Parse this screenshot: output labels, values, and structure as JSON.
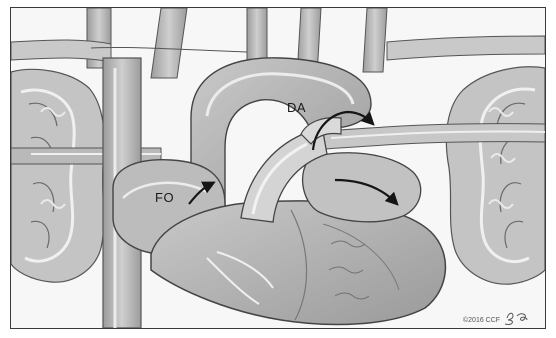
{
  "labels": {
    "ductus_arteriosus": "DA",
    "foramen_ovale": "FO"
  },
  "copyright": "©2016 CCF",
  "signature": "BG",
  "colors": {
    "frame": "#3a3a3a",
    "vessel_light": "#d2d2d2",
    "vessel_mid": "#b8b8b8",
    "vessel_dark": "#8f8f8f",
    "outline": "#4a4a4a",
    "highlight": "#f2f2f2",
    "arrow": "#151515"
  }
}
